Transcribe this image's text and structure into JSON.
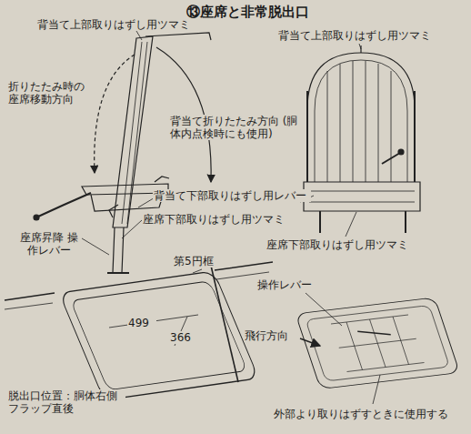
{
  "diagram": {
    "title": "⑬座席と非常脱出口",
    "labels": [
      "背当て上部取りはずし用ツマミ",
      "背当て上部取りはずし用ツマミ",
      "折りたたみ時の 座席移動方向",
      "背当て折りたたみ方向 (胴体内点検時にも使用)",
      "背当て下部取りはずし用レバー",
      "座席下部取りはずし用ツマミ",
      "座席昇降 操作レバー",
      "座席下部取りはずし用ツマミ",
      "第5円框",
      "操作レバー",
      "499",
      "366",
      "飛行方向",
      "脱出口位置：胴体右側 フラップ直後",
      "外部より取りはずすときに使用する"
    ]
  }
}
